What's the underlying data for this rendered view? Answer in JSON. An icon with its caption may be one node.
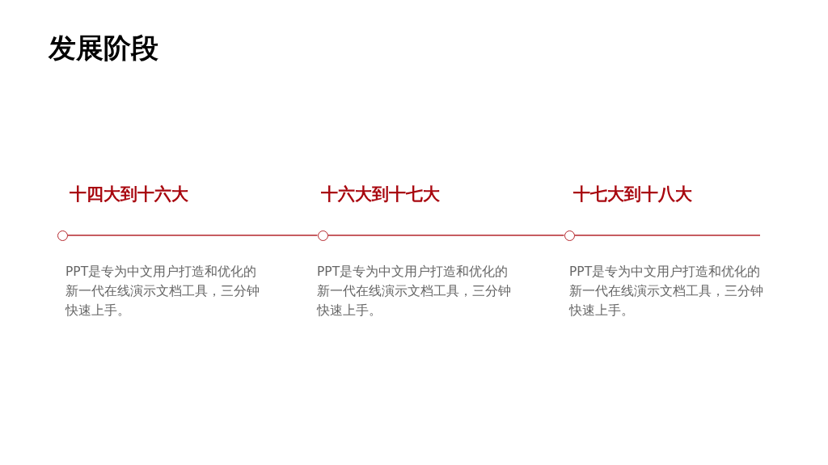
{
  "diagram": {
    "title": "发展阶段",
    "nodes": [
      {
        "text": [],
        "shape": "circle",
        "beside": [
          "十四大到十六大",
          "PPT是专为中文用户打造和优化的新一代在线演示文档工具，三分钟快速上手。"
        ]
      },
      {
        "text": [],
        "shape": "circle",
        "beside": [
          "十六大到十七大",
          "PPT是专为中文用户打造和优化的新一代在线演示文档工具，三分钟快速上手。"
        ]
      },
      {
        "text": [],
        "shape": "circle",
        "beside": [
          "十七大到十八大",
          "PPT是专为中文用户打造和优化的新一代在线演示文档工具，三分钟快速上手。"
        ]
      }
    ],
    "edges": [
      {
        "from": 0,
        "to": 1,
        "arrow": "none"
      },
      {
        "from": 1,
        "to": 2,
        "arrow": "none"
      },
      {
        "from": 2,
        "to": null,
        "arrow": "none"
      }
    ]
  }
}
